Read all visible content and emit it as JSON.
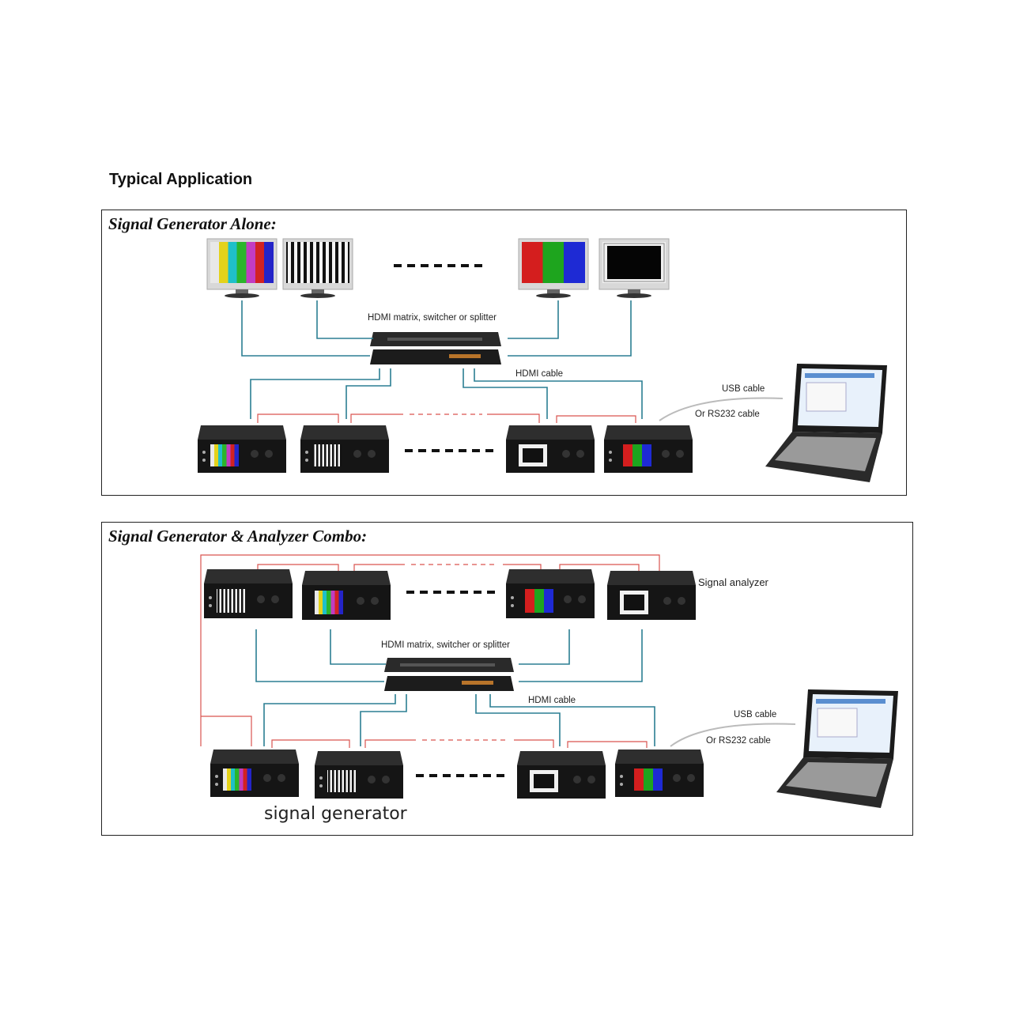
{
  "heading": "Typical Application",
  "panel1": {
    "title": "Signal Generator Alone:",
    "switch_label": "HDMI matrix, switcher or splitter",
    "hdmi_cable_label": "HDMI cable",
    "usb_label": "USB cable",
    "rs232_label": "Or  RS232  cable"
  },
  "panel2": {
    "title": "Signal Generator & Analyzer Combo:",
    "switch_label": "HDMI matrix, switcher or splitter",
    "hdmi_cable_label": "HDMI cable",
    "usb_label": "USB cable",
    "rs232_label": "Or  RS232  cable",
    "analyzer_label": "Signal analyzer",
    "generator_label": "signal generator"
  },
  "colors": {
    "cable_hdmi": "#2b7f93",
    "cable_control": "#d9534f",
    "device_body": "#1e1e1e"
  },
  "icons": [
    "monitor-icon",
    "hdmi-switch-icon",
    "signal-generator-icon",
    "laptop-icon",
    "ellipsis-icon"
  ]
}
